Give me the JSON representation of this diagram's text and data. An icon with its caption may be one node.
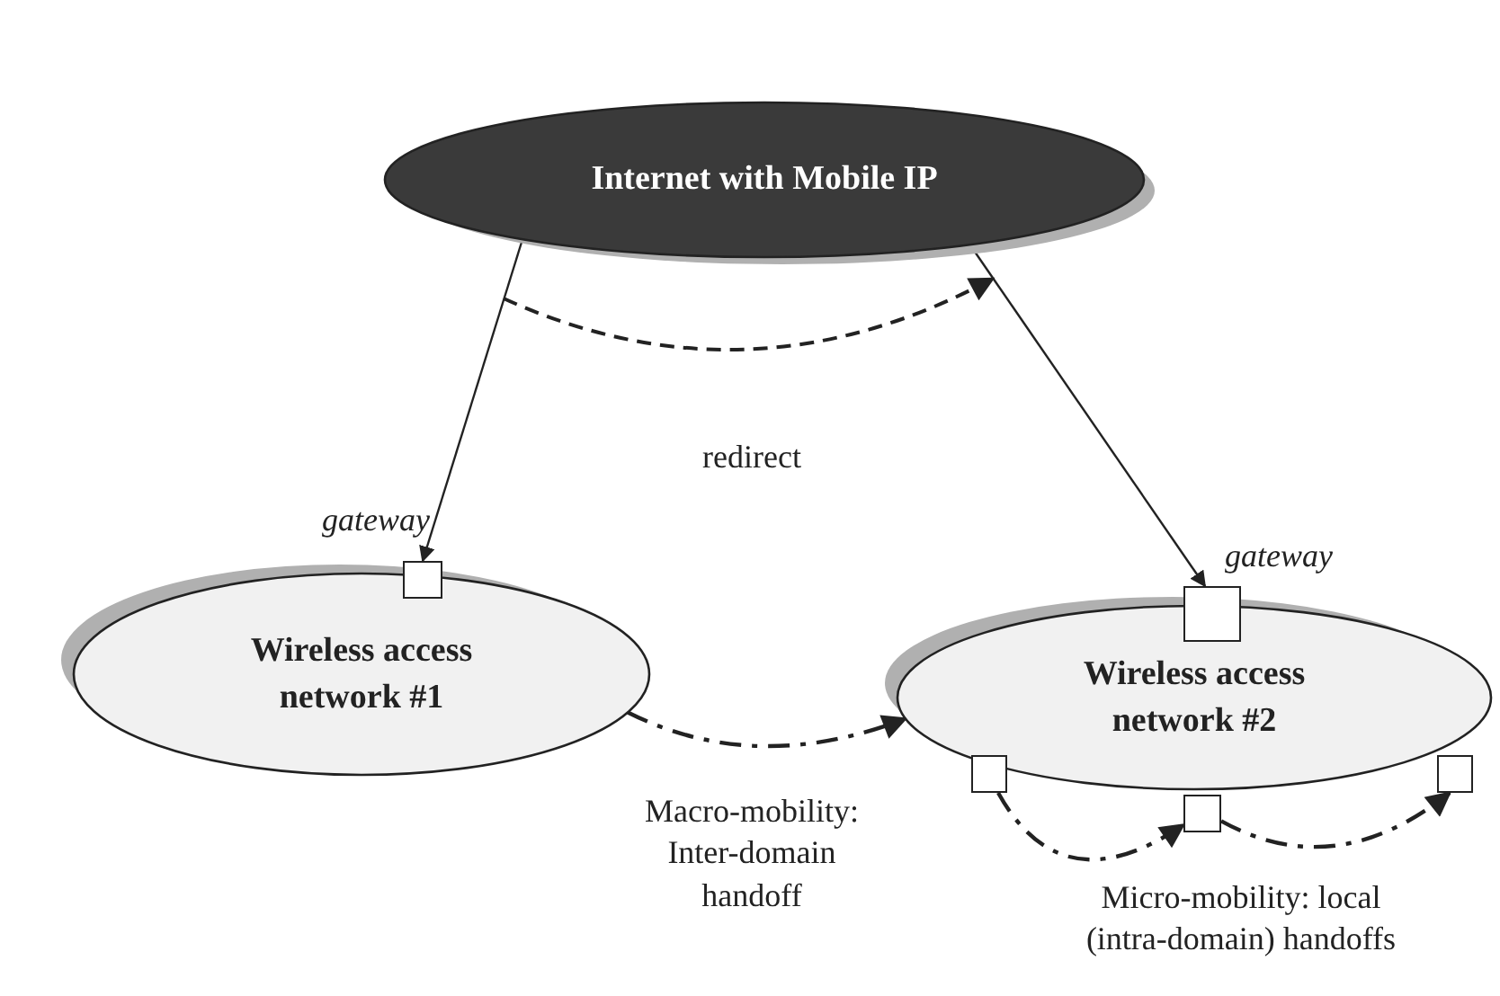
{
  "diagram": {
    "nodes": [
      {
        "text": [
          "Internet with Mobile IP"
        ]
      },
      {
        "text": [
          "Wireless access network #1"
        ]
      },
      {
        "text": [],
        "shape": "box",
        "beside": [
          "gateway"
        ]
      },
      {
        "text": [
          "Wireless access network #2"
        ]
      },
      {
        "text": [],
        "shape": "box",
        "beside": [
          "gateway"
        ]
      },
      {
        "text": [],
        "shape": "box"
      },
      {
        "text": [],
        "shape": "box"
      },
      {
        "text": [],
        "shape": "box"
      }
    ],
    "edges": [
      {
        "from": 0,
        "to": 2,
        "arrow": "to"
      },
      {
        "from": 0,
        "to": 4,
        "arrow": "to"
      },
      {
        "from": 1,
        "to": 3,
        "arrow": "to",
        "style": "dashed",
        "label": "Macro-mobility: Inter-domain handoff"
      },
      {
        "from": 5,
        "to": 6,
        "arrow": "to",
        "style": "dashed"
      },
      {
        "from": 6,
        "to": 7,
        "arrow": "to",
        "style": "dashed"
      }
    ],
    "labels": [
      "redirect",
      "Micro-mobility: local (intra-domain) handoffs"
    ]
  }
}
